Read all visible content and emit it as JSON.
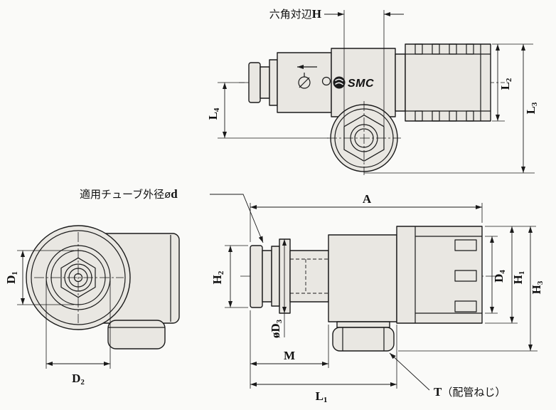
{
  "drawing": {
    "labels": {
      "hex_across_flats": {
        "prefix": "六角対辺",
        "letter": "H"
      },
      "tube_od": {
        "prefix": "適用チューブ外径ø",
        "letter": "d"
      },
      "pipe_thread": {
        "letter": "T",
        "suffix": "（配管ねじ）"
      },
      "logo": "SMC"
    },
    "dimensions": {
      "A": {
        "letter": "A",
        "sub": ""
      },
      "M": {
        "letter": "M",
        "sub": ""
      },
      "L1": {
        "letter": "L",
        "sub": "1"
      },
      "L2": {
        "letter": "L",
        "sub": "2"
      },
      "L3": {
        "letter": "L",
        "sub": "3"
      },
      "L4": {
        "letter": "L",
        "sub": "4"
      },
      "H1": {
        "letter": "H",
        "sub": "1"
      },
      "H2": {
        "letter": "H",
        "sub": "2"
      },
      "H3": {
        "letter": "H",
        "sub": "3"
      },
      "D1": {
        "letter": "D",
        "sub": "1"
      },
      "D2": {
        "letter": "D",
        "sub": "2"
      },
      "D3": {
        "letter": "øD",
        "sub": "3"
      },
      "D4": {
        "letter": "D",
        "sub": "4"
      }
    }
  },
  "colors": {
    "line": "#1a1a1a",
    "part_fill": "#e9e7e2",
    "background": "#fafaf8",
    "logo_mark": "#1c1c1c"
  }
}
